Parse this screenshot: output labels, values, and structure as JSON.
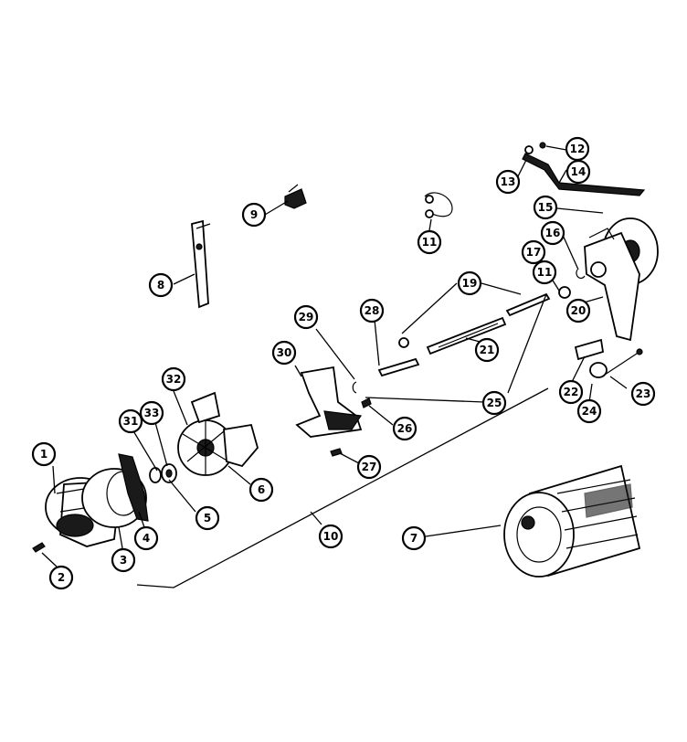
{
  "callouts": [
    {
      "id": "1",
      "label": "1"
    },
    {
      "id": "2",
      "label": "2"
    },
    {
      "id": "3",
      "label": "3"
    },
    {
      "id": "4",
      "label": "4"
    },
    {
      "id": "5",
      "label": "5"
    },
    {
      "id": "6",
      "label": "6"
    },
    {
      "id": "7",
      "label": "7"
    },
    {
      "id": "8",
      "label": "8"
    },
    {
      "id": "9",
      "label": "9"
    },
    {
      "id": "10",
      "label": "10"
    },
    {
      "id": "11a",
      "label": "11"
    },
    {
      "id": "11b",
      "label": "11"
    },
    {
      "id": "12",
      "label": "12"
    },
    {
      "id": "13",
      "label": "13"
    },
    {
      "id": "14",
      "label": "14"
    },
    {
      "id": "15",
      "label": "15"
    },
    {
      "id": "16",
      "label": "16"
    },
    {
      "id": "17",
      "label": "17"
    },
    {
      "id": "19",
      "label": "19"
    },
    {
      "id": "20",
      "label": "20"
    },
    {
      "id": "21",
      "label": "21"
    },
    {
      "id": "22",
      "label": "22"
    },
    {
      "id": "23",
      "label": "23"
    },
    {
      "id": "24",
      "label": "24"
    },
    {
      "id": "25",
      "label": "25"
    },
    {
      "id": "26",
      "label": "26"
    },
    {
      "id": "27",
      "label": "27"
    },
    {
      "id": "28",
      "label": "28"
    },
    {
      "id": "29",
      "label": "29"
    },
    {
      "id": "30",
      "label": "30"
    },
    {
      "id": "31",
      "label": "31"
    },
    {
      "id": "32",
      "label": "32"
    },
    {
      "id": "33",
      "label": "33"
    }
  ]
}
